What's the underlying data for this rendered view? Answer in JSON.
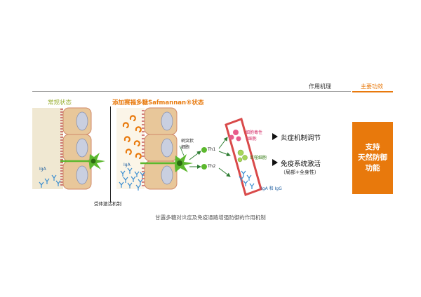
{
  "header": {
    "mechanism_label": "作用机理",
    "function_label": "主要功效"
  },
  "panels": {
    "normal_title": "常规状态",
    "safmannan_title": "添加赛福多糖Safmannan®状态",
    "iga_label_left": "IgA",
    "iga_label_right": "IgA",
    "receptor_label": "受体激活机制",
    "dendritic_label_line1": "树突状",
    "dendritic_label_line2": "细胞",
    "th1_label": "Th1",
    "th2_label": "Th2",
    "cytotoxic_label_line1": "细胞毒性",
    "cytotoxic_label_line2": "T细胞",
    "macrophage_label": "巨噬细胞",
    "iga_igg_label": "IgA 和 IgG"
  },
  "mechanisms": [
    {
      "text": "炎症机制调节",
      "sub": ""
    },
    {
      "text": "免疫系统激活",
      "sub": "（局部+全身性）"
    }
  ],
  "function_box": {
    "lines": [
      "支持",
      "天然防御",
      "功能"
    ]
  },
  "caption": "甘露多糖对炎症及免疫通路增强防御的作用机制",
  "colors": {
    "accent": "#e8790c",
    "green_title": "#9db23a",
    "cell_tan": "#e8c79a",
    "cell_border": "#d08a6a",
    "nucleus": "#c9cfe0",
    "villi_red": "#b8323a",
    "lumen_bg": "#f0e8d2",
    "dendritic_green": "#5cb82e",
    "antibody_blue": "#3b8ed0",
    "vessel_red": "#d94a4a",
    "cell_pink": "#e85c8c"
  }
}
